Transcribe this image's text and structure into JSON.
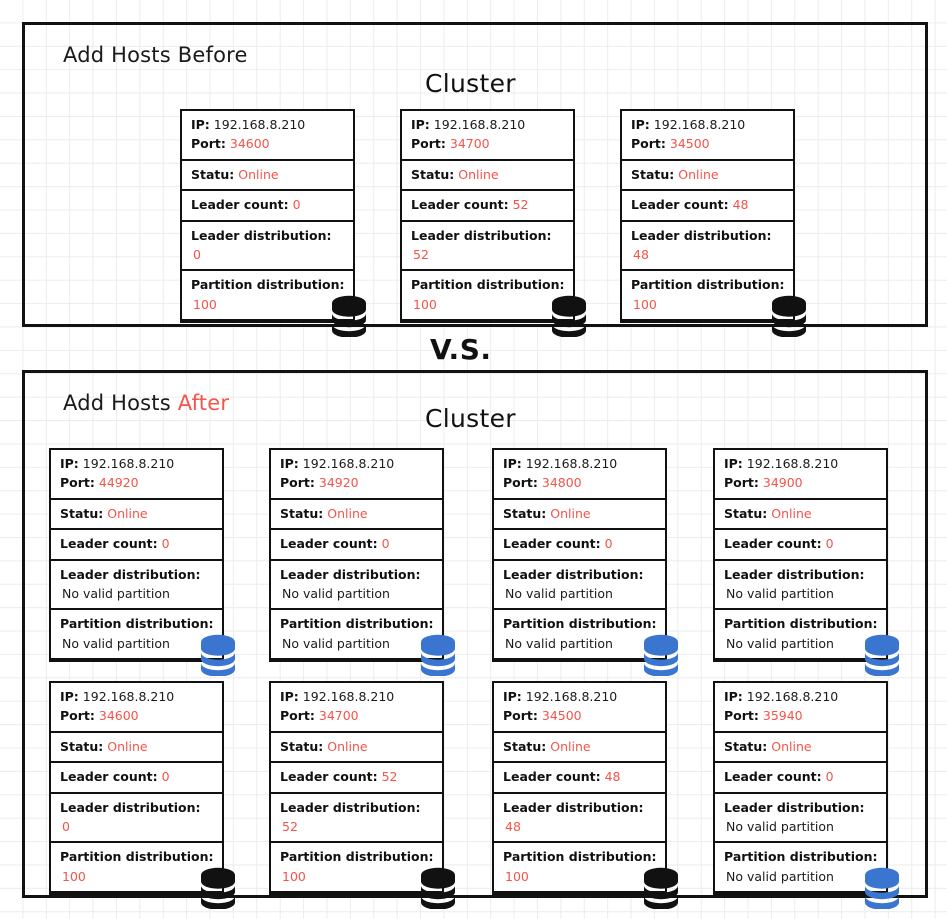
{
  "diagram": {
    "vs_label": "V.S.",
    "colors": {
      "value_red": "#f4544a",
      "icon_black": "#111111",
      "icon_blue": "#3a76d0",
      "border": "#111111",
      "grid": "#ececec"
    },
    "labels": {
      "ip": "IP:",
      "port": "Port:",
      "status": "Statu:",
      "leader_count": "Leader count:",
      "leader_distribution": "Leader distribution:",
      "partition_distribution": "Partition distribution:"
    }
  },
  "panels": [
    {
      "id": "before",
      "heading_text": "Add Hosts Before",
      "heading_accent": "",
      "cluster_title": "Cluster",
      "hosts": [
        {
          "ip": "192.168.8.210",
          "port": "34600",
          "status": "Online",
          "leader_count": "0",
          "leader_distribution": "0",
          "partition_distribution": "100",
          "icon": "database-icon",
          "icon_color": "black"
        },
        {
          "ip": "192.168.8.210",
          "port": "34700",
          "status": "Online",
          "leader_count": "52",
          "leader_distribution": "52",
          "partition_distribution": "100",
          "icon": "database-icon",
          "icon_color": "black"
        },
        {
          "ip": "192.168.8.210",
          "port": "34500",
          "status": "Online",
          "leader_count": "48",
          "leader_distribution": "48",
          "partition_distribution": "100",
          "icon": "database-icon",
          "icon_color": "black"
        }
      ]
    },
    {
      "id": "after",
      "heading_text": "Add Hosts ",
      "heading_accent": "After",
      "cluster_title": "Cluster",
      "hosts": [
        {
          "ip": "192.168.8.210",
          "port": "44920",
          "status": "Online",
          "leader_count": "0",
          "leader_distribution": "No valid partition",
          "partition_distribution": "No valid partition",
          "icon": "database-icon",
          "icon_color": "blue"
        },
        {
          "ip": "192.168.8.210",
          "port": "34920",
          "status": "Online",
          "leader_count": "0",
          "leader_distribution": "No valid partition",
          "partition_distribution": "No valid partition",
          "icon": "database-icon",
          "icon_color": "blue"
        },
        {
          "ip": "192.168.8.210",
          "port": "34800",
          "status": "Online",
          "leader_count": "0",
          "leader_distribution": "No valid partition",
          "partition_distribution": "No valid partition",
          "icon": "database-icon",
          "icon_color": "blue"
        },
        {
          "ip": "192.168.8.210",
          "port": "34900",
          "status": "Online",
          "leader_count": "0",
          "leader_distribution": "No valid partition",
          "partition_distribution": "No valid partition",
          "icon": "database-icon",
          "icon_color": "blue"
        },
        {
          "ip": "192.168.8.210",
          "port": "34600",
          "status": "Online",
          "leader_count": "0",
          "leader_distribution": "0",
          "partition_distribution": "100",
          "icon": "database-icon",
          "icon_color": "black"
        },
        {
          "ip": "192.168.8.210",
          "port": "34700",
          "status": "Online",
          "leader_count": "52",
          "leader_distribution": "52",
          "partition_distribution": "100",
          "icon": "database-icon",
          "icon_color": "black"
        },
        {
          "ip": "192.168.8.210",
          "port": "34500",
          "status": "Online",
          "leader_count": "48",
          "leader_distribution": "48",
          "partition_distribution": "100",
          "icon": "database-icon",
          "icon_color": "black"
        },
        {
          "ip": "192.168.8.210",
          "port": "35940",
          "status": "Online",
          "leader_count": "0",
          "leader_distribution": "No valid partition",
          "partition_distribution": "No valid partition",
          "icon": "database-icon",
          "icon_color": "blue"
        }
      ]
    }
  ]
}
